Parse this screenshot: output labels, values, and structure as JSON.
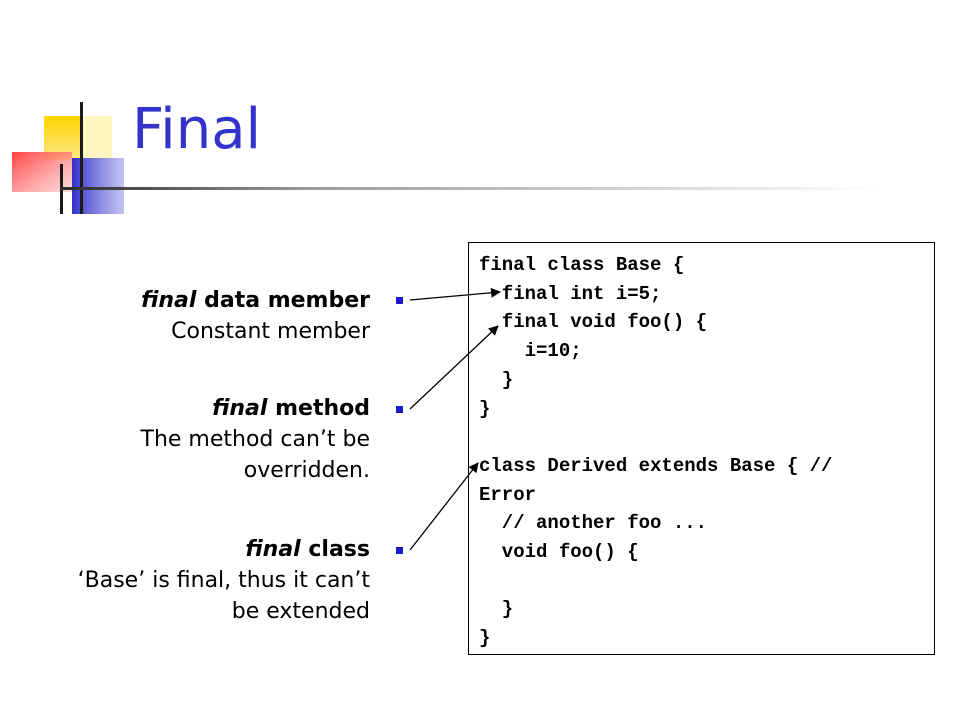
{
  "slide": {
    "title": "Final",
    "bullets": [
      {
        "keyword": "final",
        "head_rest": " data member",
        "description_lines": [
          "Constant member"
        ]
      },
      {
        "keyword": "final",
        "head_rest": " method",
        "description_lines": [
          "The method can’t be",
          "overridden."
        ]
      },
      {
        "keyword": "final",
        "head_rest": " class",
        "description_lines": [
          "‘Base’ is final, thus it can’t",
          "be extended"
        ]
      }
    ],
    "code_lines": [
      "final class Base {",
      "  final int i=5;",
      "  final void foo() {",
      "    i=10;",
      "  }",
      "}",
      "",
      "class Derived extends Base { //",
      "Error",
      "  // another foo ...",
      "  void foo() {",
      "",
      "  }",
      "}"
    ],
    "colors": {
      "title": "#3333cc",
      "bullet_marker": "#1a1acc",
      "deco_yellow": "#ffd200",
      "deco_blue": "#3c3ccc",
      "deco_red": "#ff3333"
    }
  }
}
